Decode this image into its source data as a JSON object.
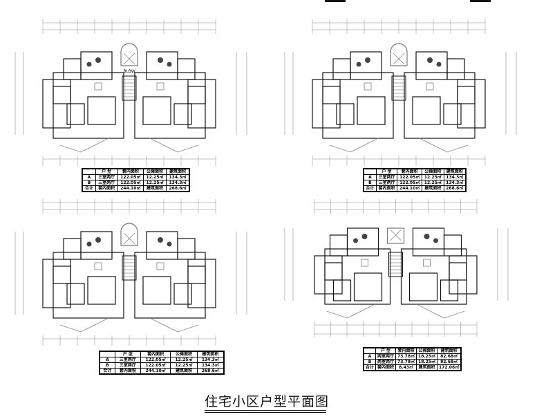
{
  "title": "住宅小区户型平面图",
  "colors": {
    "line": "#222222",
    "dim": "#888888",
    "wall": "#111111"
  },
  "plans": [
    {
      "center_label": "BLBW",
      "table": {
        "header": [
          "",
          "户 型",
          "套内面积",
          "公摊面积",
          "建筑面积"
        ],
        "rows": [
          [
            "A",
            "三室两厅",
            "122.05㎡",
            "12.25㎡",
            "134.3㎡"
          ],
          [
            "B",
            "三室两厅",
            "122.05㎡",
            "12.25㎡",
            "134.3㎡"
          ]
        ],
        "total": [
          "合计",
          "套内面积",
          "244.10㎡",
          "建筑面积",
          "268.6㎡"
        ]
      }
    },
    {
      "center_label": "",
      "table": {
        "header": [
          "",
          "户 型",
          "套内面积",
          "公摊面积",
          "建筑面积"
        ],
        "rows": [
          [
            "A",
            "三室两厅",
            "122.05㎡",
            "12.25㎡",
            "134.3㎡"
          ],
          [
            "B",
            "三室两厅",
            "122.05㎡",
            "12.25㎡",
            "134.3㎡"
          ]
        ],
        "total": [
          "合计",
          "套内面积",
          "244.10㎡",
          "建筑面积",
          "268.6㎡"
        ]
      }
    },
    {
      "center_label": "",
      "table": {
        "header": [
          "",
          "户 型",
          "套内面积",
          "公摊面积",
          "建筑面积"
        ],
        "rows": [
          [
            "A",
            "三室两厅",
            "122.05㎡",
            "12.25㎡",
            "134.3㎡"
          ],
          [
            "B",
            "三室两厅",
            "122.05㎡",
            "12.25㎡",
            "134.3㎡"
          ]
        ],
        "total": [
          "合计",
          "套内面积",
          "244.10㎡",
          "建筑面积",
          "268.6㎡"
        ]
      }
    },
    {
      "center_label": "",
      "table": {
        "header": [
          "",
          "户 型",
          "套内面积",
          "公摊面积",
          "建筑面积"
        ],
        "rows": [
          [
            "A",
            "两室两厅",
            "73.78㎡",
            "18.25㎡",
            "82.68㎡"
          ],
          [
            "B",
            "两室两厅",
            "73.78㎡",
            "18.25㎡",
            "82.68㎡"
          ]
        ],
        "total": [
          "合计",
          "套内面积",
          "8.43㎡",
          "建筑面积",
          "172.06㎡"
        ]
      }
    }
  ]
}
